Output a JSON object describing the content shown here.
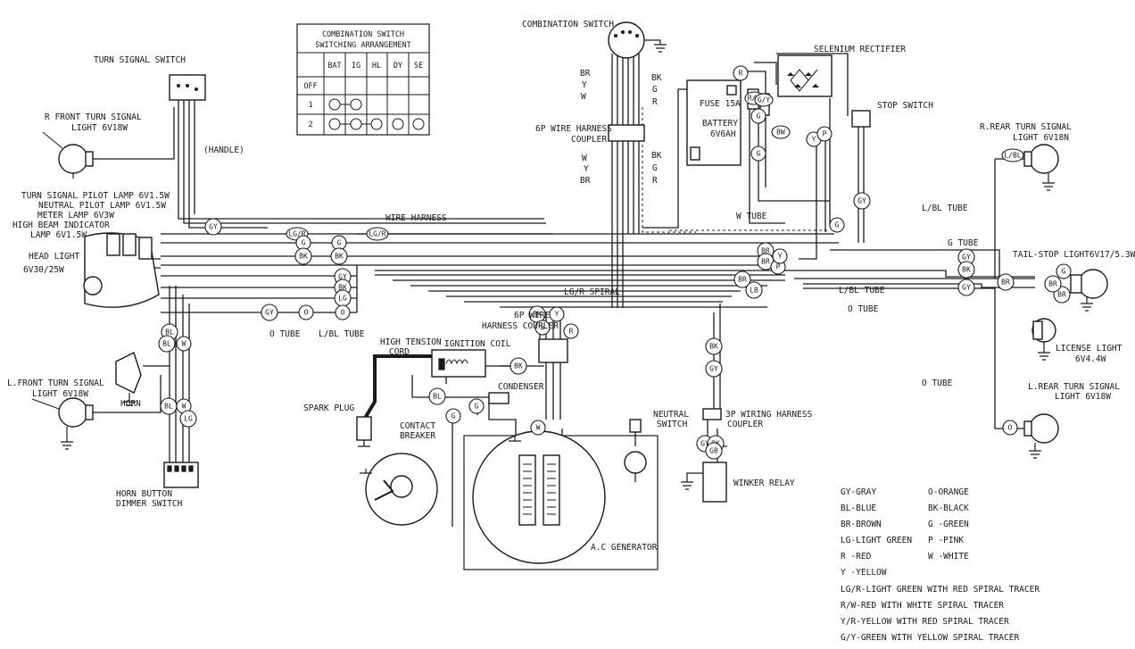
{
  "labels": {
    "turn_signal_switch": "TURN SIGNAL SWITCH",
    "r_front_turn_signal": "R FRONT TURN SIGNAL",
    "r_front_turn_signal_spec": "LIGHT 6V18W",
    "handle": "(HANDLE)",
    "turn_signal_pilot": "TURN SIGNAL PILOT LAMP 6V1.5W",
    "neutral_pilot": "NEUTRAL PILOT LAMP 6V1.5W",
    "meter_lamp": "METER LAMP 6V3W",
    "high_beam": "HIGH BEAM INDICATOR",
    "high_beam_spec": "LAMP 6V1.5W",
    "head_light": "HEAD LIGHT",
    "head_light_spec": "6V30/25W",
    "l_front_turn_signal": "L.FRONT TURN SIGNAL",
    "l_front_turn_signal_spec": "LIGHT 6V18W",
    "horn": "HORN",
    "horn_button": "HORN BUTTON",
    "dimmer_switch": "DIMMER SWITCH",
    "wire_harness": "WIRE HARNESS",
    "o_tube_left": "O TUBE",
    "lbl_tube_left": "L/BL TUBE",
    "spark_plug": "SPARK PLUG",
    "high_tension": "HIGH TENSION",
    "cord": "CORD",
    "ignition_coil": "IGNITION COIL",
    "condenser": "CONDENSER",
    "contact": "CONTACT",
    "breaker": "BREAKER",
    "ac_generator": "A.C GENERATOR",
    "neutral": "NEUTRAL",
    "switch": "SWITCH",
    "lgr_spiral": "LG/R SPIRAL",
    "six_p_wire": "6P WIRE",
    "harness_coupler": "HARNESS COUPLER",
    "combination_switch": "COMBINATION SWITCH",
    "six_p_wire_harness_coupler": "6P WIRE HARNESS",
    "coupler": "COUPLER",
    "fuse": "FUSE 15A",
    "battery": "BATTERY",
    "battery_spec": "6V6AH",
    "selenium_rectifier": "SELENIUM RECTIFIER",
    "w_tube": "W TUBE",
    "stop_switch": "STOP SWITCH",
    "r_rear_turn_signal": "R.REAR TURN SIGNAL",
    "r_rear_turn_signal_spec": "LIGHT 6V18N",
    "lbl_tube_right_top": "L/BL TUBE",
    "g_tube": "G TUBE",
    "tail_stop_light": "TAIL-STOP LIGHT6V17/5.3W",
    "lbl_tube_right": "L/BL TUBE",
    "o_tube_right": "O TUBE",
    "license_light": "LICENSE LIGHT",
    "license_light_spec": "6V4.4W",
    "o_tube_lower": "O TUBE",
    "l_rear_turn_signal": "L.REAR TURN SIGNAL",
    "l_rear_turn_signal_spec": "LIGHT 6V18W",
    "three_p_wiring": "3P WIRING HARNESS",
    "winker_relay": "WINKER RELAY"
  },
  "switch_table": {
    "title_line1": "COMBINATION SWITCH",
    "title_line2": "SWITCHING ARRANGEMENT",
    "columns": [
      "BAT",
      "IG",
      "HL",
      "DY",
      "SE"
    ],
    "rows": [
      "OFF",
      "1",
      "2"
    ]
  },
  "wire_codes": {
    "comb_top": [
      "BR",
      "Y",
      "W"
    ],
    "comb_top_right": [
      "BK",
      "G",
      "R"
    ],
    "comb_bottom": [
      "W",
      "Y",
      "BR"
    ],
    "comb_bottom_right": [
      "BK",
      "G",
      "R"
    ]
  },
  "legend": [
    {
      "left": "GY-GRAY",
      "right": "O-ORANGE"
    },
    {
      "left": "BL-BLUE",
      "right": "BK-BLACK"
    },
    {
      "left": "BR-BROWN",
      "right": "G -GREEN"
    },
    {
      "left": "LG-LIGHT GREEN",
      "right": "P -PINK"
    },
    {
      "left": "R -RED",
      "right": "W -WHITE"
    },
    {
      "left": "Y -YELLOW",
      "right": ""
    }
  ],
  "legend_long": [
    "LG/R-LIGHT GREEN WITH RED SPIRAL TRACER",
    "R/W-RED WITH WHITE SPIRAL TRACER",
    "Y/R-YELLOW WITH RED SPIRAL TRACER",
    "G/Y-GREEN WITH YELLOW SPIRAL TRACER"
  ],
  "tags": {
    "t_gy1": "GY",
    "t_lgr1": "LG/R",
    "t_lgr2": "LG/R",
    "t_g1": "G",
    "t_g2": "G",
    "t_bk1": "BK",
    "t_bk2": "BK",
    "t_gy2": "GY",
    "t_bk3": "BK",
    "t_lg1": "LG",
    "t_gy3": "GY",
    "t_o1": "O",
    "t_o2": "O",
    "t_bl1": "BL",
    "t_bl2": "BL",
    "t_w1": "W",
    "t_bl3": "BL",
    "t_w2": "W",
    "t_lg2": "LG",
    "t_bk4": "BK",
    "t_w3": "W",
    "t_y1": "Y",
    "t_r1": "R",
    "t_bk5": "BK",
    "t_bl4": "BL",
    "t_g3": "G",
    "t_g4": "G",
    "t_w4": "W",
    "t_r2": "R",
    "t_rw": "R/W",
    "t_gy4": "G/Y",
    "t_g5": "G",
    "t_bw": "BW",
    "t_y2": "Y",
    "t_p1": "P",
    "t_g6": "G",
    "t_g7": "G",
    "t_br1": "BR",
    "t_br2": "BR",
    "t_p2": "P",
    "t_y3": "Y",
    "t_br3": "BR",
    "t_lb": "LB",
    "t_gy5": "GY",
    "t_bk6": "BK",
    "t_gy6": "GY",
    "t_br4": "BR",
    "t_br5": "BR",
    "t_gy7": "GY",
    "t_bk7": "BK",
    "t_lbl1": "L/BL",
    "t_g8": "G",
    "t_br6": "BR",
    "t_o3": "O",
    "t_gy8": "GY",
    "t_gy9": "GY",
    "t_bk8": "BK",
    "t_gb": "GB"
  }
}
